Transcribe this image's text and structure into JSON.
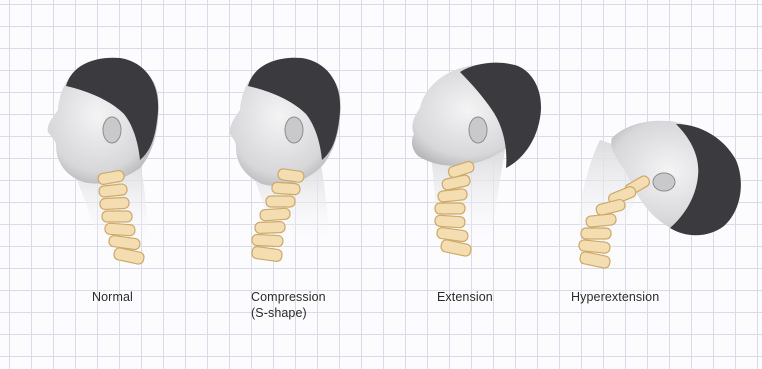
{
  "figure": {
    "panels": [
      {
        "id": "normal",
        "label": "Normal"
      },
      {
        "id": "compression",
        "label": "Compression",
        "sublabel": "(S-shape)"
      },
      {
        "id": "extension",
        "label": "Extension"
      },
      {
        "id": "hyperextension",
        "label": "Hyperextension"
      }
    ]
  },
  "colors": {
    "grid_line": "#d9dce8",
    "vertebra_fill": "#f3ddb1",
    "vertebra_stroke": "#cda96a",
    "head_skin": "#e9e9ea",
    "hair": "#3b3b3f",
    "caption_text": "#2b2b2b"
  }
}
